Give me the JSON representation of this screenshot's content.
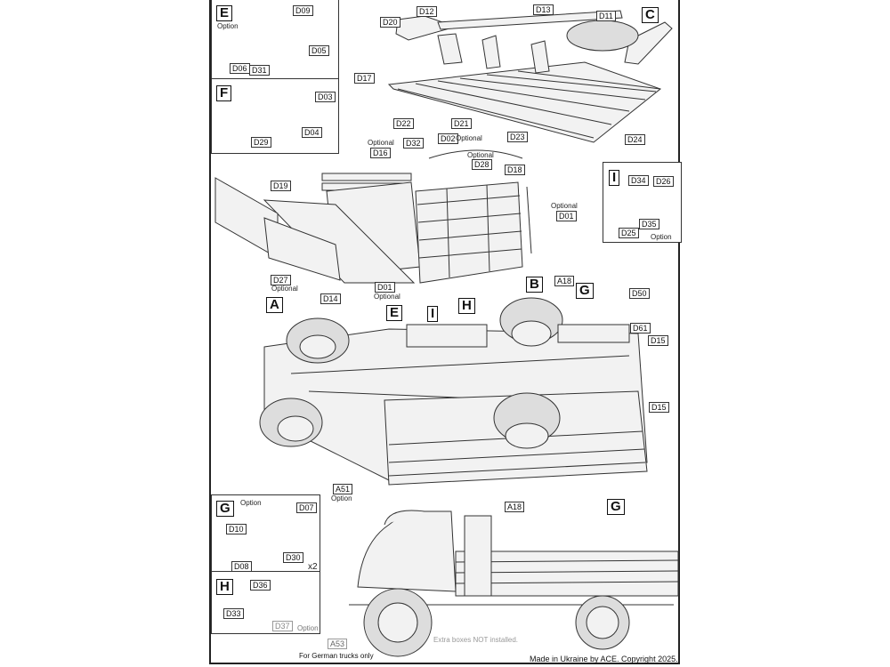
{
  "sections": {
    "E": "E",
    "F": "F",
    "C": "C",
    "I": "I",
    "B": "B",
    "G": "G",
    "A": "A",
    "H": "H"
  },
  "labels": {
    "D09": "D09",
    "D05": "D05",
    "D06": "D06",
    "D31": "D31",
    "D03": "D03",
    "D04": "D04",
    "D29": "D29",
    "D12": "D12",
    "D13": "D13",
    "D11": "D11",
    "D20": "D20",
    "D17": "D17",
    "D22": "D22",
    "D21": "D21",
    "D23": "D23",
    "D24": "D24",
    "D02": "D02",
    "D16": "D16",
    "D32": "D32",
    "D28": "D28",
    "D18": "D18",
    "D19": "D19",
    "D01a": "D01",
    "D27": "D27",
    "D14": "D14",
    "D01b": "D01",
    "D34": "D34",
    "D26": "D26",
    "D35": "D35",
    "D25": "D25",
    "A18a": "A18",
    "D50": "D50",
    "D61": "D61",
    "D15a": "D15",
    "D15b": "D15",
    "A51": "A51",
    "A18b": "A18",
    "D07": "D07",
    "D10": "D10",
    "D30": "D30",
    "D08": "D08",
    "D36": "D36",
    "D33": "D33",
    "D37": "D37",
    "A53": "A53"
  },
  "notes": {
    "option": "Option",
    "optional": "Optional",
    "x2": "x2",
    "german": "For German trucks only",
    "extra_boxes": "Extra boxes NOT installed.",
    "copyright": "Made in Ukraine by ACE. Copyright 2025."
  }
}
